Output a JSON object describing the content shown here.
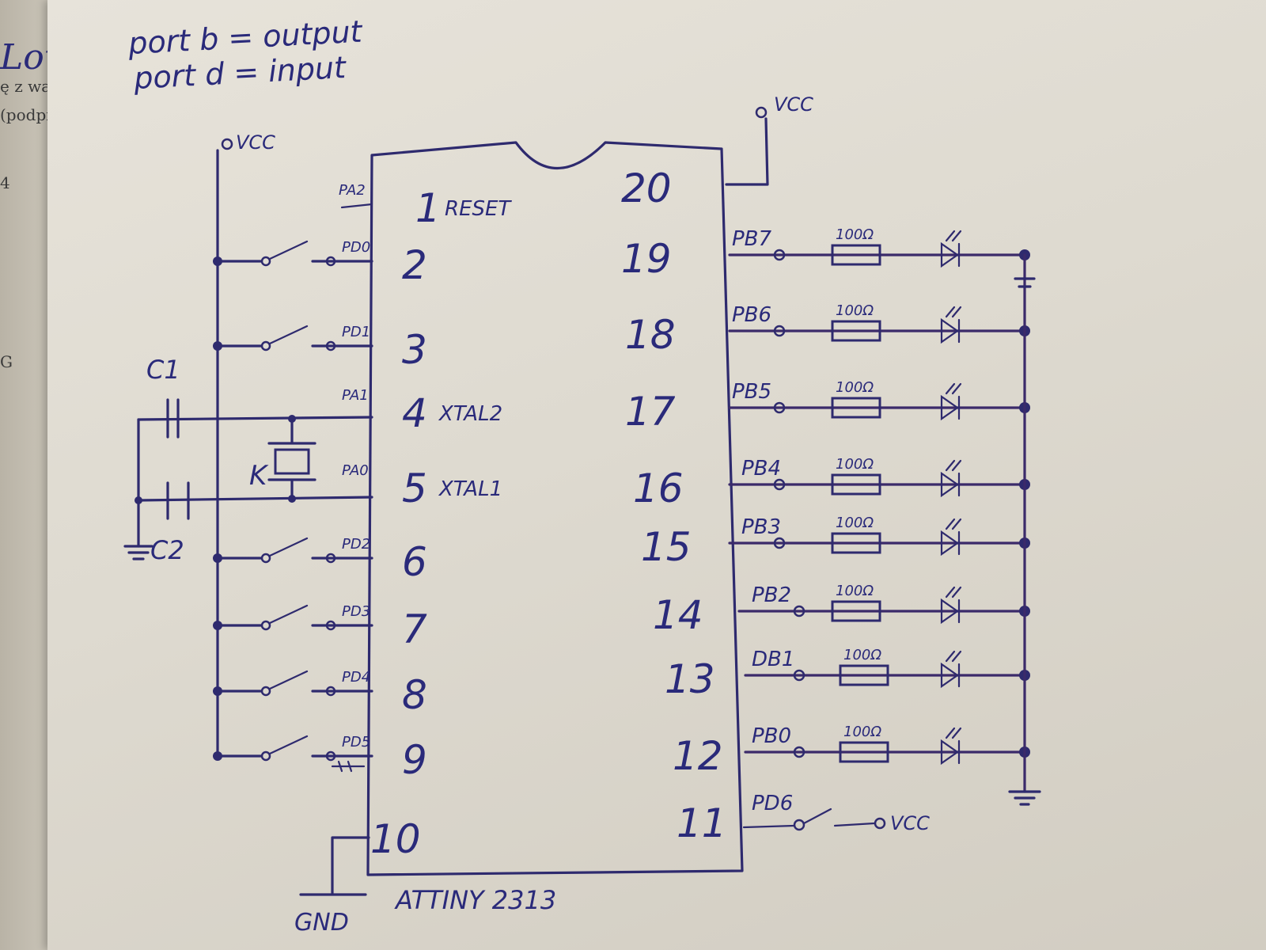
{
  "notes": {
    "line1": "port b = output",
    "line2": "port d = input"
  },
  "background_page": {
    "text": [
      "Low",
      "ę z wan",
      "(podpis",
      "4",
      "G"
    ]
  },
  "chip": {
    "name": "ATTINY 2313",
    "left_pins": [
      {
        "num": "1",
        "func": "RESET",
        "net": "PA2"
      },
      {
        "num": "2",
        "func": "",
        "net": "PD0"
      },
      {
        "num": "3",
        "func": "",
        "net": "PD1"
      },
      {
        "num": "4",
        "func": "XTAL2",
        "net": "PA1"
      },
      {
        "num": "5",
        "func": "XTAL1",
        "net": "PA0"
      },
      {
        "num": "6",
        "func": "",
        "net": "PD2"
      },
      {
        "num": "7",
        "func": "",
        "net": "PD3"
      },
      {
        "num": "8",
        "func": "",
        "net": "PD4"
      },
      {
        "num": "9",
        "func": "",
        "net": "PD5"
      },
      {
        "num": "10",
        "func": "",
        "net": ""
      }
    ],
    "right_pins": [
      {
        "num": "20",
        "net": ""
      },
      {
        "num": "19",
        "net": "PB7"
      },
      {
        "num": "18",
        "net": "PB6"
      },
      {
        "num": "17",
        "net": "PB5"
      },
      {
        "num": "16",
        "net": "PB4"
      },
      {
        "num": "15",
        "net": "PB3"
      },
      {
        "num": "14",
        "net": "PB2"
      },
      {
        "num": "13",
        "net": "DB1"
      },
      {
        "num": "12",
        "net": "PB0"
      },
      {
        "num": "11",
        "net": "PD6"
      }
    ]
  },
  "components": {
    "c1": "C1",
    "c2": "C2",
    "crystal": "K",
    "resistor_value": "100Ω",
    "vcc": "VCC",
    "gnd": "GND"
  }
}
